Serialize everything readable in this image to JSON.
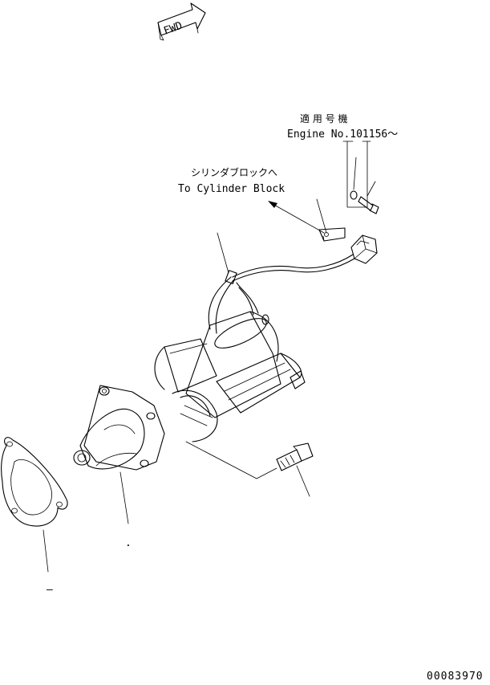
{
  "fwd_label": "FWD",
  "callouts": {
    "serial_jp": "適 用 号 機",
    "serial_en": "Engine No.101156～",
    "to_block_jp": "シリンダブロックへ",
    "to_block_en": "To Cylinder Block"
  },
  "part_marks": {
    "starter_mark": ".",
    "gasket_mark": "–"
  },
  "drawing_number": "00083970"
}
